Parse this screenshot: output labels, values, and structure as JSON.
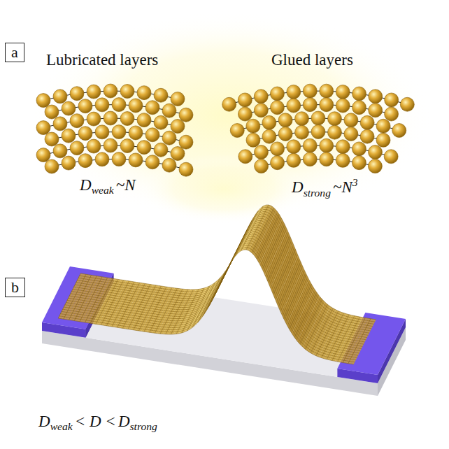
{
  "diagram": {
    "nodes": [
      {
        "text": [
          "a"
        ]
      },
      {
        "text": [
          "b"
        ]
      }
    ],
    "labels": [
      "Lubricated layers",
      "Glued layers",
      "D",
      "weak",
      "~N",
      "D",
      "strong",
      "~N",
      "3",
      "D",
      "weak",
      "< D <",
      "D",
      "strong"
    ]
  }
}
